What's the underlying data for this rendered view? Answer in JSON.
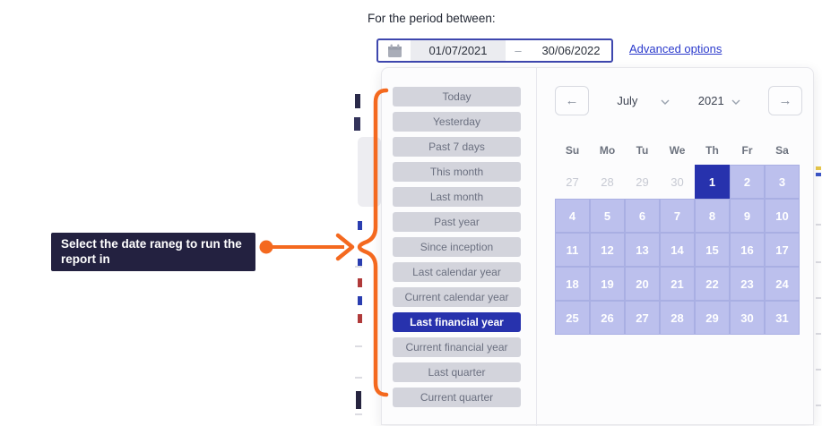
{
  "page": {
    "period_label": "For the period between:",
    "advanced_options_label": "Advanced options"
  },
  "date_input": {
    "start": "01/07/2021",
    "separator": "–",
    "end": "30/06/2022"
  },
  "presets": {
    "items": [
      {
        "label": "Today",
        "selected": false
      },
      {
        "label": "Yesterday",
        "selected": false
      },
      {
        "label": "Past 7 days",
        "selected": false
      },
      {
        "label": "This month",
        "selected": false
      },
      {
        "label": "Last month",
        "selected": false
      },
      {
        "label": "Past year",
        "selected": false
      },
      {
        "label": "Since inception",
        "selected": false
      },
      {
        "label": "Last calendar year",
        "selected": false
      },
      {
        "label": "Current calendar year",
        "selected": false
      },
      {
        "label": "Last financial year",
        "selected": true
      },
      {
        "label": "Current financial year",
        "selected": false
      },
      {
        "label": "Last quarter",
        "selected": false
      },
      {
        "label": "Current quarter",
        "selected": false
      }
    ]
  },
  "calendar": {
    "month": "July",
    "year": "2021",
    "prev_icon": "←",
    "next_icon": "→",
    "weekdays": [
      "Su",
      "Mo",
      "Tu",
      "We",
      "Th",
      "Fr",
      "Sa"
    ],
    "days": [
      {
        "label": "27",
        "state": "outside"
      },
      {
        "label": "28",
        "state": "outside"
      },
      {
        "label": "29",
        "state": "outside"
      },
      {
        "label": "30",
        "state": "outside"
      },
      {
        "label": "1",
        "state": "selected"
      },
      {
        "label": "2",
        "state": "inrange"
      },
      {
        "label": "3",
        "state": "inrange"
      },
      {
        "label": "4",
        "state": "inrange"
      },
      {
        "label": "5",
        "state": "inrange"
      },
      {
        "label": "6",
        "state": "inrange"
      },
      {
        "label": "7",
        "state": "inrange"
      },
      {
        "label": "8",
        "state": "inrange"
      },
      {
        "label": "9",
        "state": "inrange"
      },
      {
        "label": "10",
        "state": "inrange"
      },
      {
        "label": "11",
        "state": "inrange"
      },
      {
        "label": "12",
        "state": "inrange"
      },
      {
        "label": "13",
        "state": "inrange"
      },
      {
        "label": "14",
        "state": "inrange"
      },
      {
        "label": "15",
        "state": "inrange"
      },
      {
        "label": "16",
        "state": "inrange"
      },
      {
        "label": "17",
        "state": "inrange"
      },
      {
        "label": "18",
        "state": "inrange"
      },
      {
        "label": "19",
        "state": "inrange"
      },
      {
        "label": "20",
        "state": "inrange"
      },
      {
        "label": "21",
        "state": "inrange"
      },
      {
        "label": "22",
        "state": "inrange"
      },
      {
        "label": "23",
        "state": "inrange"
      },
      {
        "label": "24",
        "state": "inrange"
      },
      {
        "label": "25",
        "state": "inrange"
      },
      {
        "label": "26",
        "state": "inrange"
      },
      {
        "label": "27",
        "state": "inrange"
      },
      {
        "label": "28",
        "state": "inrange"
      },
      {
        "label": "29",
        "state": "inrange"
      },
      {
        "label": "30",
        "state": "inrange"
      },
      {
        "label": "31",
        "state": "inrange"
      }
    ]
  },
  "annotation": {
    "text": "Select the date raneg to run the report in"
  },
  "colors": {
    "accent_orange": "#F4691F",
    "selected_indigo": "#2732AD",
    "range_fill": "#BCC0ED",
    "range_border": "#A9AFE3",
    "link_blue": "#2B3ACC",
    "annotation_bg": "#232140",
    "input_border": "#3E47AE",
    "preset_gray": "#D3D4DC"
  }
}
